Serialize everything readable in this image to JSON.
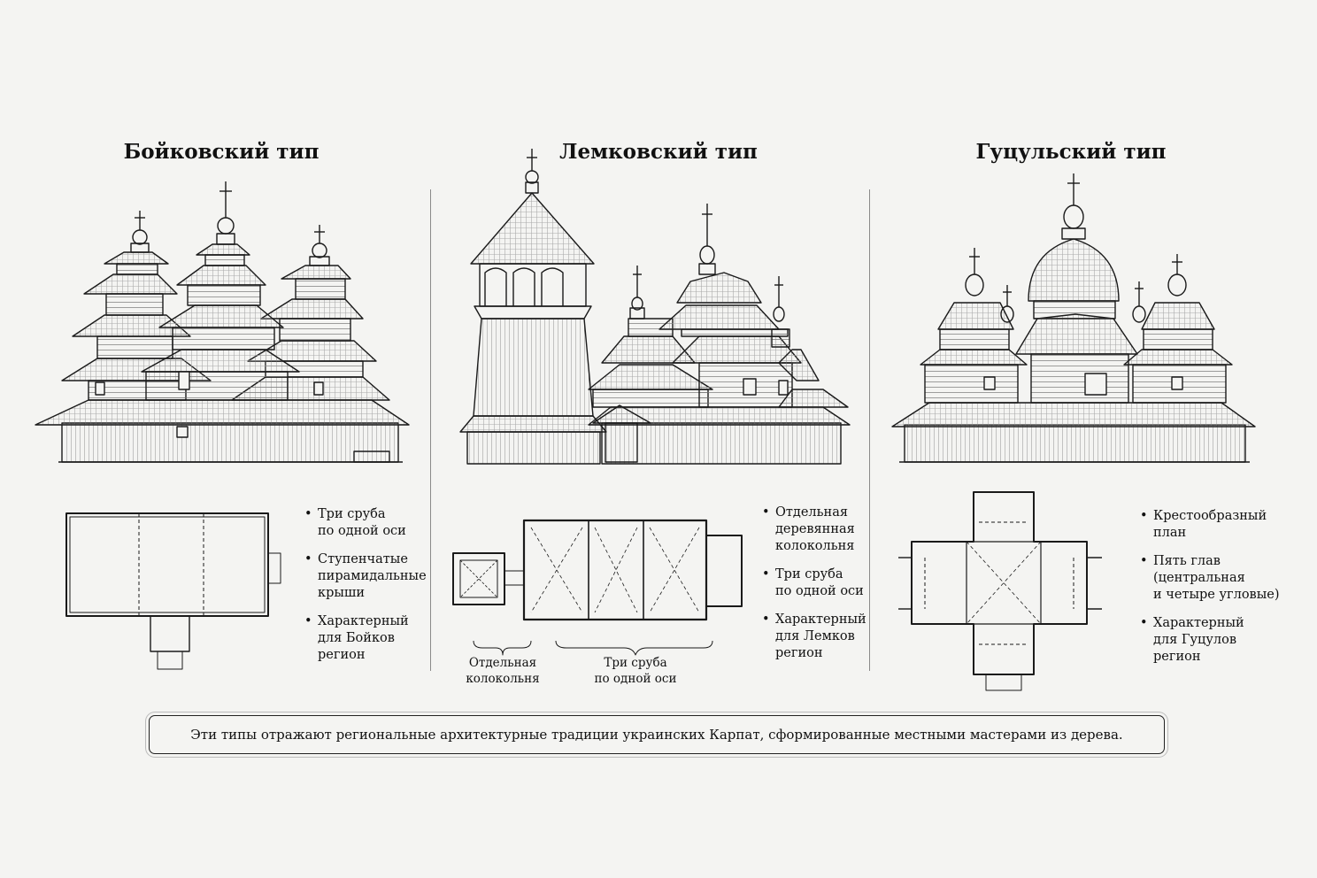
{
  "columns": [
    {
      "title": "Бойковский тип",
      "notes": [
        [
          "Три сруба",
          "по одной оси"
        ],
        [
          "Ступенчатые",
          "пирамидальные",
          "крыши"
        ],
        [
          "Характерный",
          "для Бойков",
          "регион"
        ]
      ]
    },
    {
      "title": "Лемковский тип",
      "notes": [
        [
          "Отдельная",
          "деревянная",
          "колокольня"
        ],
        [
          "Три сруба",
          "по одной оси"
        ],
        [
          "Характерный",
          "для Лемков",
          "регион"
        ]
      ],
      "plan_labels": {
        "bell_tower": [
          "Отдельная",
          "колокольня"
        ],
        "three_frames": [
          "Три сруба",
          "по одной оси"
        ]
      }
    },
    {
      "title": "Гуцульский тип",
      "notes": [
        [
          "Крестообразный",
          "план"
        ],
        [
          "Пять глав",
          "(центральная",
          "и четыре угловые)"
        ],
        [
          "Характерный",
          "для Гуцулов",
          "регион"
        ]
      ]
    }
  ],
  "footer": "Эти типы отражают региональные архитектурные традиции украинских Карпат, сформированные местными мастерами из дерева."
}
